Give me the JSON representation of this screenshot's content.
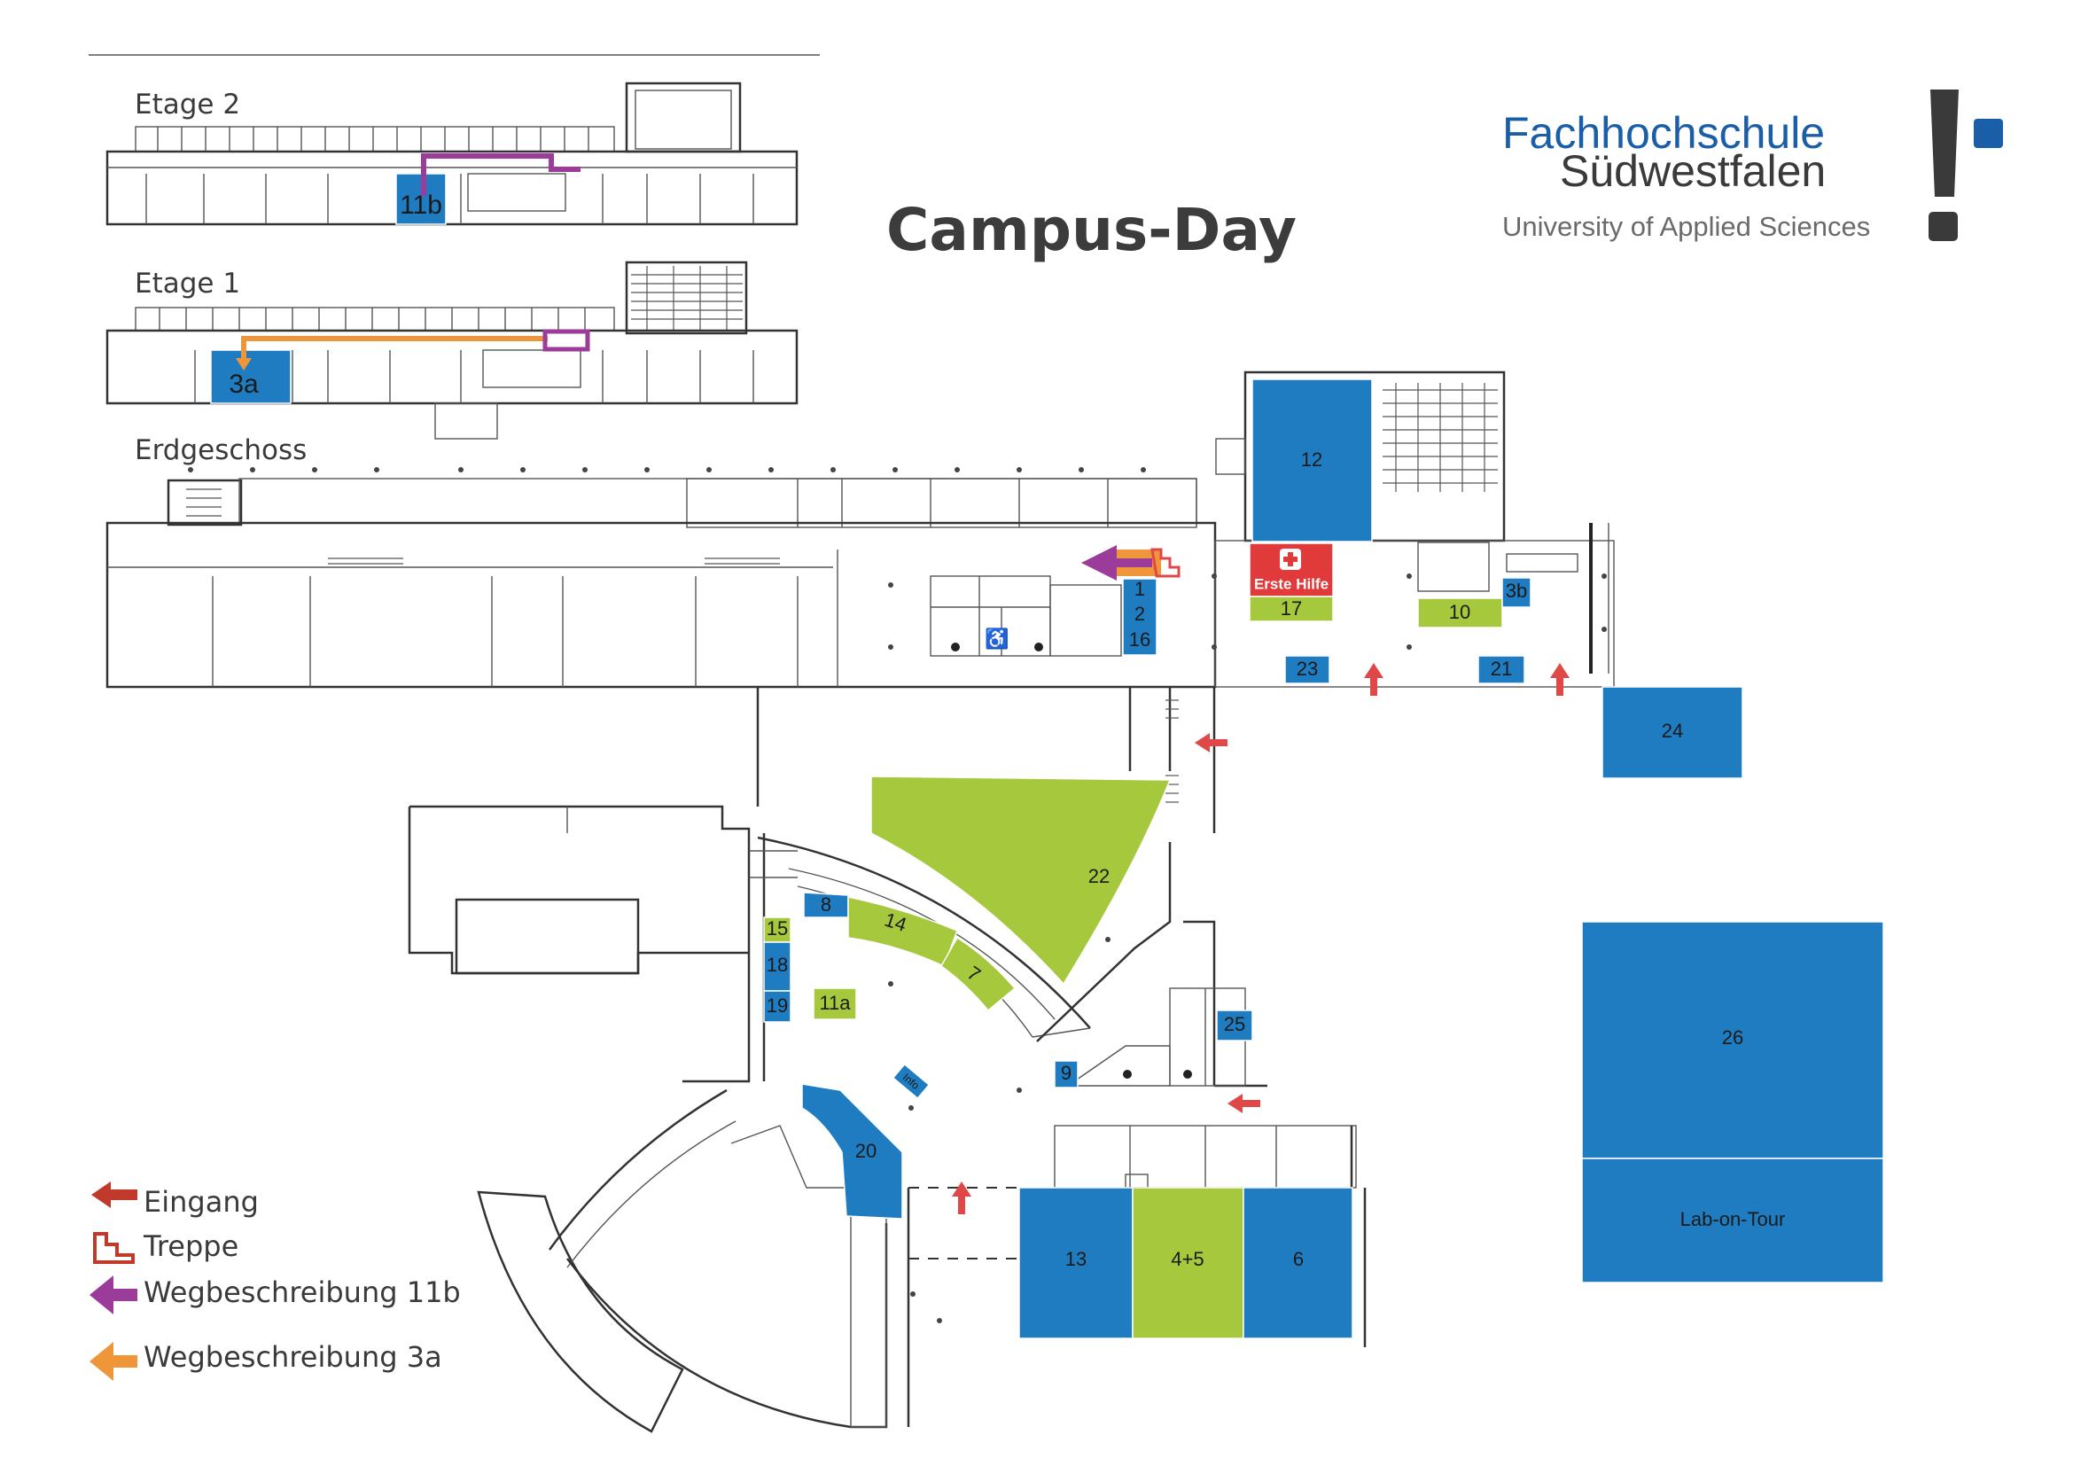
{
  "title": "Campus-Day",
  "logo": {
    "line1": "Fachhochschule",
    "line2": "Südwestfalen",
    "line3": "University of Applied Sciences",
    "primary_color": "#1a5ea8",
    "dark_color": "#3a3a3a"
  },
  "floors": {
    "etage2": "Etage 2",
    "etage1": "Etage 1",
    "erdgeschoss": "Erdgeschoss"
  },
  "legend": [
    {
      "icon": "eingang-arrow-icon",
      "label": "Eingang",
      "color": "#c0392b"
    },
    {
      "icon": "treppe-icon",
      "label": "Treppe",
      "color": "#c0392b"
    },
    {
      "icon": "route-11b-arrow-icon",
      "label": "Wegbeschreibung 11b",
      "color": "#9b3c9b"
    },
    {
      "icon": "route-3a-arrow-icon",
      "label": "Wegbeschreibung 3a",
      "color": "#f0963a"
    }
  ],
  "colors": {
    "room_blue": "#1f7cc1",
    "room_green": "#a6c83c",
    "first_aid_red": "#e03a3a",
    "entrance_red": "#e04848",
    "route_11b": "#9b3c9b",
    "route_3a": "#f0963a"
  },
  "rooms": {
    "r11b": "11b",
    "r3a": "3a",
    "r12": "12",
    "r1": "1",
    "r2": "2",
    "r16": "16",
    "r17": "17",
    "r10": "10",
    "r3b": "3b",
    "r23": "23",
    "r21": "21",
    "r24": "24",
    "r22": "22",
    "r8": "8",
    "r14": "14",
    "r7": "7",
    "r15": "15",
    "r18": "18",
    "r19": "19",
    "r11a": "11a",
    "r25": "25",
    "r9": "9",
    "r20": "20",
    "r13": "13",
    "r45": "4+5",
    "r6": "6",
    "r26": "26",
    "lab": "Lab-on-Tour",
    "info": "Info"
  },
  "first_aid": "Erste Hilfe"
}
